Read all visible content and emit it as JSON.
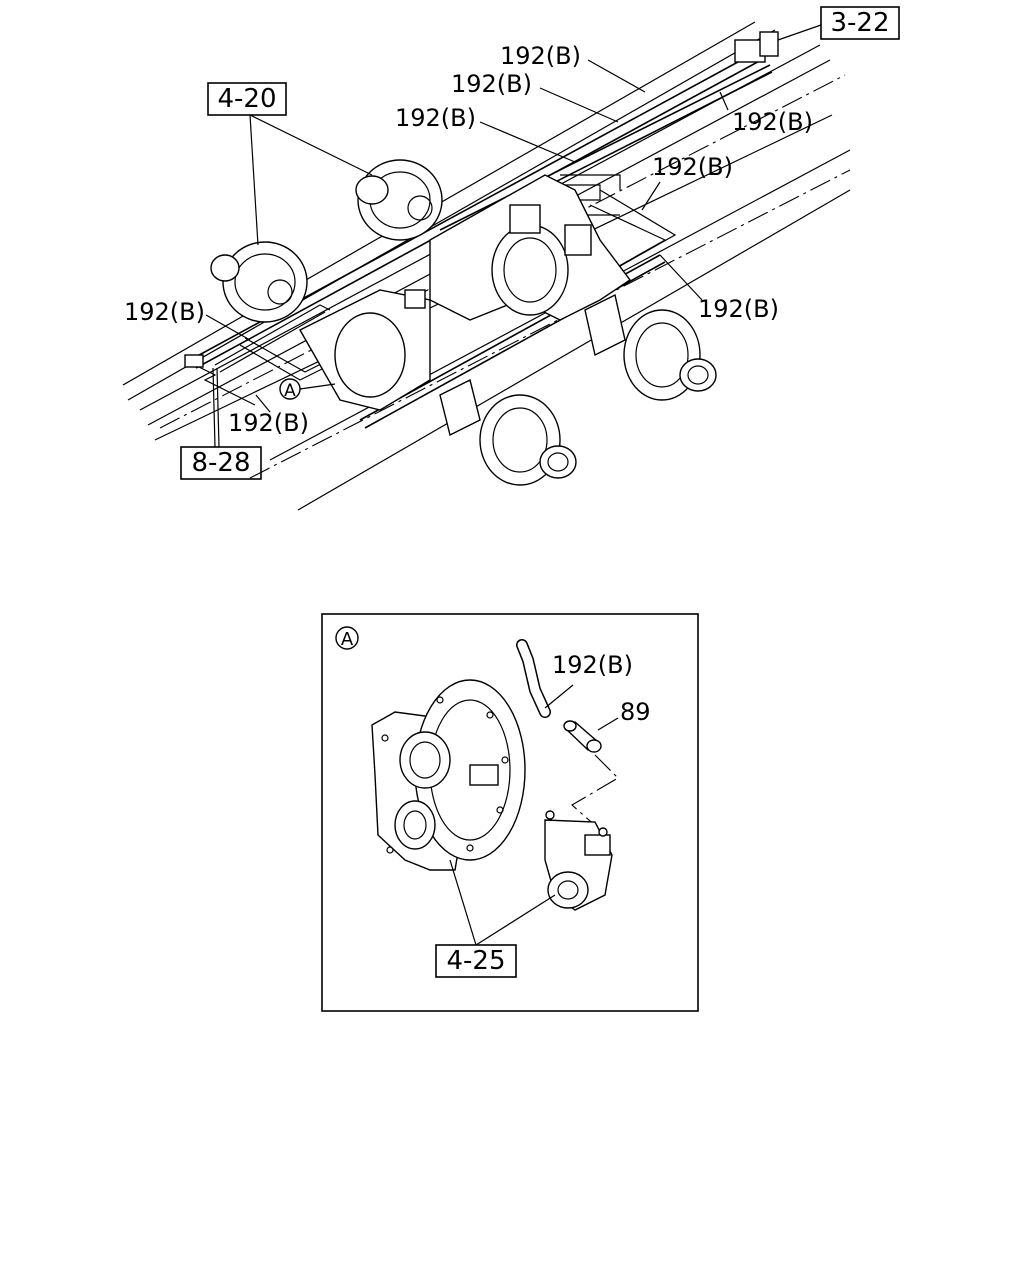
{
  "top_view": {
    "refs": {
      "ref_3_22": "3-22",
      "ref_4_20": "4-20",
      "ref_8_28": "8-28"
    },
    "callouts": {
      "a1": "192(B)",
      "a2": "192(B)",
      "a3": "192(B)",
      "a4": "192(B)",
      "a5": "192(B)",
      "a6": "192(B)",
      "a7": "192(B)",
      "a8": "192(B)"
    },
    "detail_marker": "A"
  },
  "detail_view": {
    "marker": "A",
    "callouts": {
      "hose": "192(B)",
      "fitting": "89"
    },
    "ref_4_25": "4-25"
  }
}
